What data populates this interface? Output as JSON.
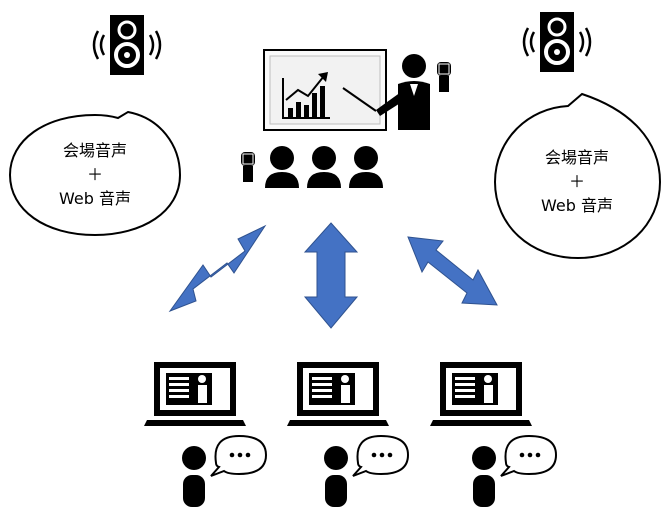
{
  "bubbles": [
    {
      "line1": "会場音声",
      "line2": "＋",
      "line3": "Web 音声"
    },
    {
      "line1": "会場音声",
      "line2": "＋",
      "line3": "Web 音声"
    }
  ],
  "colors": {
    "arrow": "#4472c4",
    "arrow_stroke": "#2f528f",
    "ink": "#000000",
    "board_bg": "#f2f2f2"
  }
}
